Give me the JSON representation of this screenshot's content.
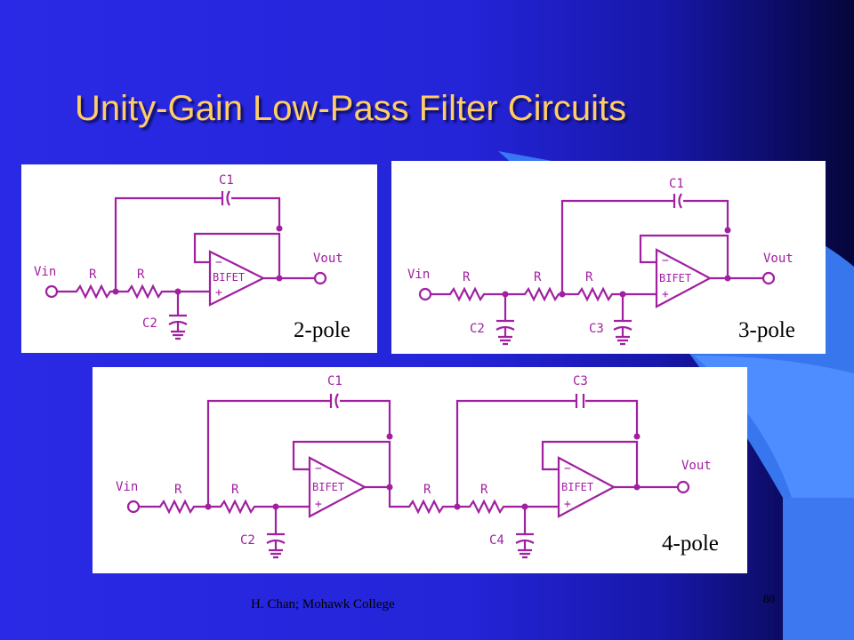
{
  "slide": {
    "title": "Unity-Gain Low-Pass Filter Circuits",
    "footer": "H. Chan; Mohawk College",
    "page_number": "80"
  },
  "panels": [
    {
      "pole_label": "2-pole",
      "labels": {
        "vin": "Vin",
        "vout": "Vout",
        "c1": "C1",
        "c2": "C2",
        "r": "R",
        "opamp": "BIFET"
      }
    },
    {
      "pole_label": "3-pole",
      "labels": {
        "vin": "Vin",
        "vout": "Vout",
        "c1": "C1",
        "c2": "C2",
        "c3": "C3",
        "r": "R",
        "opamp": "BIFET"
      }
    },
    {
      "pole_label": "4-pole",
      "labels": {
        "vin": "Vin",
        "vout": "Vout",
        "c1": "C1",
        "c2": "C2",
        "c3": "C3",
        "c4": "C4",
        "r": "R",
        "opamp": "BIFET"
      }
    }
  ],
  "colors": {
    "circuit": "#a020a0",
    "title": "#ffcc66",
    "background": "#2424d8"
  }
}
